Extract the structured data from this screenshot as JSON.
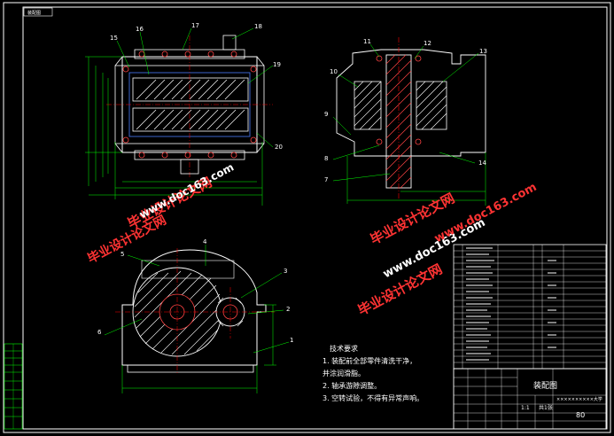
{
  "corner_tag": "装配图",
  "callouts": {
    "c1": "1",
    "c2": "2",
    "c3": "3",
    "c4": "4",
    "c5": "5",
    "c6": "6",
    "c7": "7",
    "c8": "8",
    "c9": "9",
    "c10": "10",
    "c11": "11",
    "c12": "12",
    "c13": "13",
    "c14": "14",
    "c15": "15",
    "c16": "16",
    "c17": "17",
    "c18": "18",
    "c19": "19",
    "c20": "20"
  },
  "notes": {
    "title": "技术要求",
    "line1": "1. 装配前全部零件清洗干净，",
    "line1b": "   并涂润滑脂。",
    "line2": "2. 轴承游隙调整。",
    "line3": "3. 空转试验，不得有异常声响。"
  },
  "watermarks": {
    "cn": "毕业设计论文网",
    "url": "www.doc163.com"
  },
  "title_block": {
    "drawing_name": "装配图",
    "scale_label": "1:1",
    "sheet": "共1张",
    "school": "××××××××××大学",
    "number": "80"
  },
  "colors": {
    "background": "#000000",
    "outline": "#ffffff",
    "dimension": "#00ff00",
    "frame": "#ffff00",
    "hatch": "#ff4444",
    "center": "#ff0000",
    "blue": "#4a7cff",
    "watermark": "#ff3333"
  }
}
